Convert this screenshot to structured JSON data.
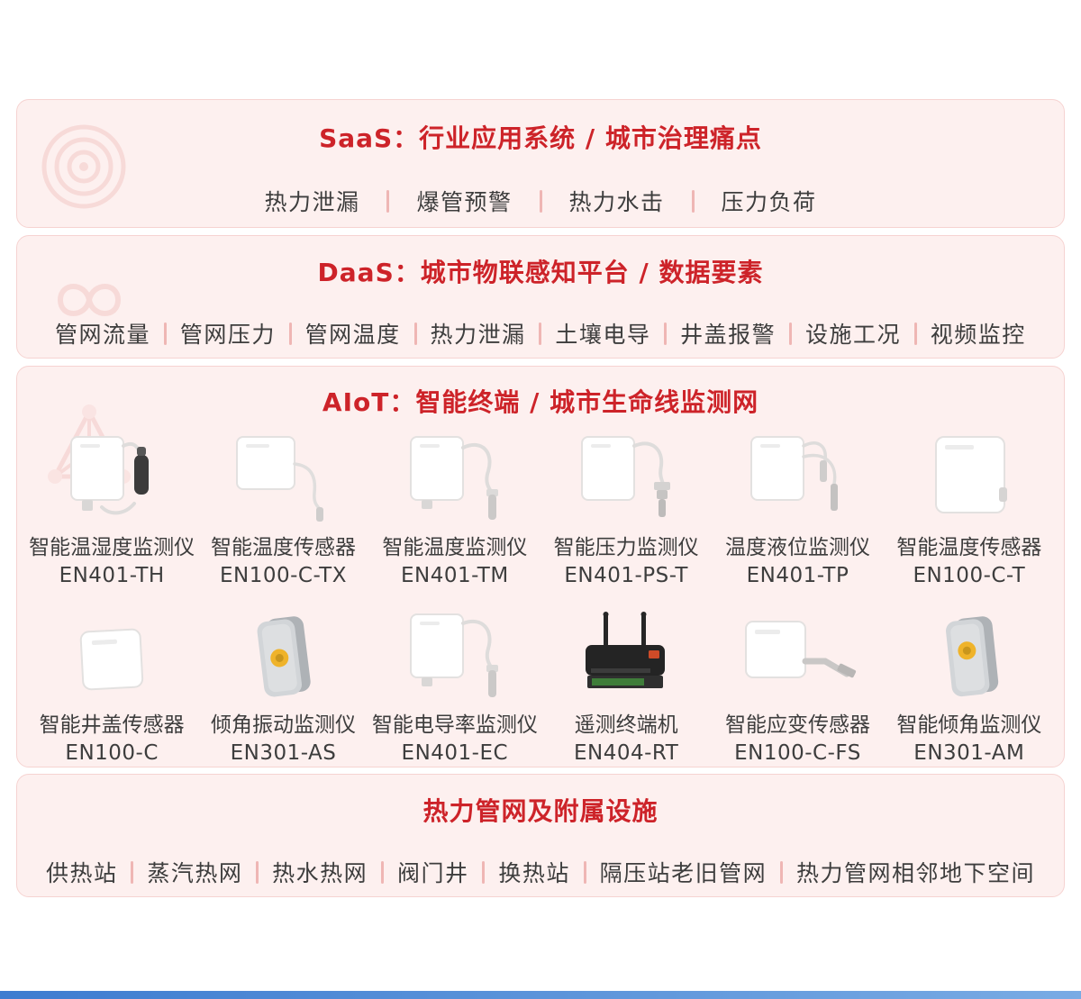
{
  "colors": {
    "accent_red": "#cd2329",
    "card_bg": "#fdf0ef",
    "card_border": "#f6d3d1",
    "divider_pink": "#efb6b4",
    "body_text": "#3d3d3d",
    "footer_bar_start": "#3d7cd0",
    "footer_bar_end": "#79abe4"
  },
  "watermarks": {
    "saas": "target-rings-icon",
    "daas": "infinity-loops-icon",
    "aiot": "network-triangle-icon"
  },
  "saas": {
    "title": "SaaS：行业应用系统 / 城市治理痛点",
    "items": [
      "热力泄漏",
      "爆管预警",
      "热力水击",
      "压力负荷"
    ]
  },
  "daas": {
    "title": "DaaS：城市物联感知平台 / 数据要素",
    "items": [
      "管网流量",
      "管网压力",
      "管网温度",
      "热力泄漏",
      "土壤电导",
      "井盖报警",
      "设施工况",
      "视频监控"
    ]
  },
  "aiot": {
    "title": "AIoT：智能终端 / 城市生命线监测网",
    "products": [
      {
        "name": "智能温湿度监测仪",
        "model": "EN401-TH",
        "image": "white-box-with-black-probe"
      },
      {
        "name": "智能温度传感器",
        "model": "EN100-C-TX",
        "image": "white-panel-with-cable-probe"
      },
      {
        "name": "智能温度监测仪",
        "model": "EN401-TM",
        "image": "white-box-with-cable-probe"
      },
      {
        "name": "智能压力监测仪",
        "model": "EN401-PS-T",
        "image": "white-box-with-pressure-transmitter"
      },
      {
        "name": "温度液位监测仪",
        "model": "EN401-TP",
        "image": "white-box-with-two-probes"
      },
      {
        "name": "智能温度传感器",
        "model": "EN100-C-T",
        "image": "white-panel-with-connector"
      },
      {
        "name": "智能井盖传感器",
        "model": "EN100-C",
        "image": "flat-white-square-panel"
      },
      {
        "name": "倾角振动监测仪",
        "model": "EN301-AS",
        "image": "gray-wedge-with-yellow-button"
      },
      {
        "name": "智能电导率监测仪",
        "model": "EN401-EC",
        "image": "white-box-with-cable-probe"
      },
      {
        "name": "遥测终端机",
        "model": "EN404-RT",
        "image": "black-router-with-antennas"
      },
      {
        "name": "智能应变传感器",
        "model": "EN100-C-FS",
        "image": "white-panel-with-mount-arm"
      },
      {
        "name": "智能倾角监测仪",
        "model": "EN301-AM",
        "image": "gray-wedge-with-yellow-button"
      }
    ]
  },
  "facility": {
    "title": "热力管网及附属设施",
    "items": [
      "供热站",
      "蒸汽热网",
      "热水热网",
      "阀门井",
      "换热站",
      "隔压站老旧管网",
      "热力管网相邻地下空间"
    ]
  }
}
